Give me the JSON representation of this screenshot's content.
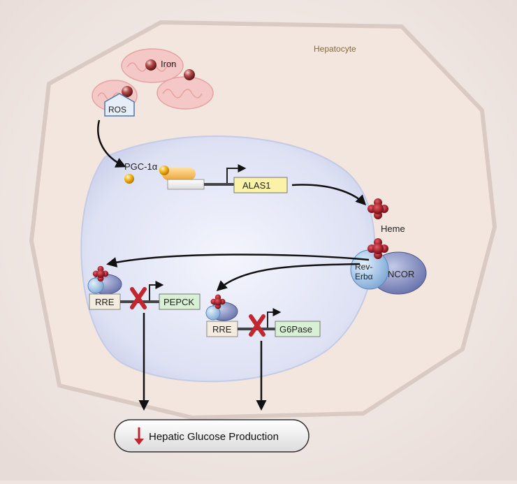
{
  "labels": {
    "cell": "Hepatocyte",
    "iron": "Iron",
    "ros": "ROS",
    "pgc1a": "PGC-1α",
    "alas1": "ALAS1",
    "heme": "Heme",
    "reverb_line1": "Rev-",
    "reverb_line2": "Erbα",
    "ncor": "NCOR",
    "rre_1": "RRE",
    "pepck": "PEPCK",
    "rre_2": "RRE",
    "g6pase": "G6Pase",
    "output": "Hepatic Glucose Production"
  },
  "colors": {
    "cell_fill": "#f3e6df",
    "cell_stroke": "#d6c7bf",
    "nucleus": "#dfe3f4",
    "mito": "#f3c5c3",
    "iron_ball": "#9c3a3a",
    "pgc_ball": "#f2b416",
    "heme": "#a3202a",
    "alas1_box": "#fbf2a8",
    "gene_box": "#d8f0d4",
    "rre_box": "#f4ecdf",
    "reverb": "#a9cbe9",
    "ncor": "#8c95c2",
    "block_x": "#c2262e",
    "down_arrow": "#c0272d"
  },
  "icons": [
    "iron-ball-icon",
    "heme-icon",
    "block-x-icon",
    "down-arrow-icon",
    "promoter-arrow-icon"
  ]
}
